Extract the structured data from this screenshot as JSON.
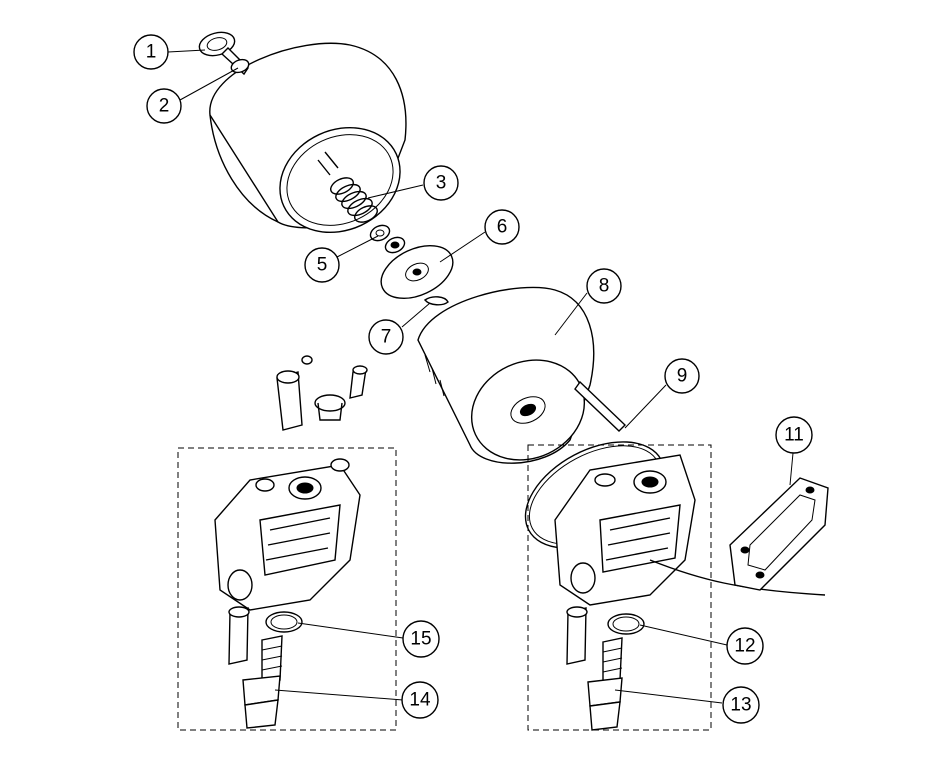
{
  "callouts": [
    {
      "id": "c1",
      "label": "1"
    },
    {
      "id": "c2",
      "label": "2"
    },
    {
      "id": "c3",
      "label": "3"
    },
    {
      "id": "c5",
      "label": "5"
    },
    {
      "id": "c6",
      "label": "6"
    },
    {
      "id": "c7",
      "label": "7"
    },
    {
      "id": "c8",
      "label": "8"
    },
    {
      "id": "c9",
      "label": "9"
    },
    {
      "id": "c11",
      "label": "11"
    },
    {
      "id": "c12",
      "label": "12"
    },
    {
      "id": "c13",
      "label": "13"
    },
    {
      "id": "c14",
      "label": "14"
    },
    {
      "id": "c15",
      "label": "15"
    }
  ]
}
